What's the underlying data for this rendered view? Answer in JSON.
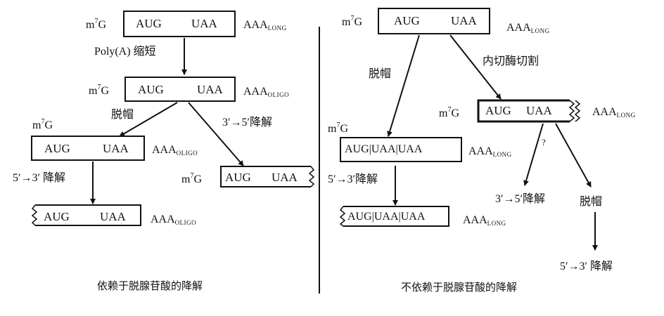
{
  "mrna": {
    "cap_m": "m",
    "cap_sup": "7",
    "cap_g": "G",
    "start_codon": "AUG",
    "stop_codon": "UAA",
    "multi_codon": "AUG|UAA|UAA",
    "tail_base": "AAA",
    "tail_long": "LONG",
    "tail_oligo": "OLIGO"
  },
  "left": {
    "step_polyA": "Poly(A) 缩短",
    "step_decap": "脱帽",
    "step_3to5": "3′→5′降解",
    "step_5to3": "5′→3′ 降解",
    "caption": "依赖于脱腺苷酸的降解"
  },
  "right": {
    "step_decap": "脱帽",
    "step_endo": "内切酶切割",
    "step_5to3": "5′→3′降解",
    "question": "?",
    "step_3to5": "3′→5′降解",
    "step_decap2": "脱帽",
    "step_5to3_final": "5′→3′ 降解",
    "caption": "不依赖于脱腺苷酸的降解"
  }
}
